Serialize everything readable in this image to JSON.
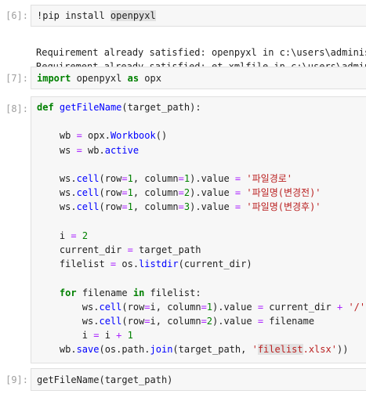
{
  "cells": {
    "c6": {
      "prompt": "[6]:",
      "code": "!pip install ",
      "pkg": "openpyxl",
      "output": [
        "Requirement already satisfied: openpyxl in c:\\users\\adminis",
        "Requirement already satisfied: et-xmlfile in c:\\users\\admin"
      ]
    },
    "c7": {
      "prompt": "[7]:",
      "kw_import": "import",
      "module": " openpyxl ",
      "kw_as": "as",
      "alias": " opx"
    },
    "c8": {
      "prompt": "[8]:",
      "def_kw": "def",
      "func_name": "getFileName",
      "def_rest": "(target_path):",
      "l1a": "    wb ",
      "l1op": "=",
      "l1b": " opx.",
      "l1fn": "Workbook",
      "l1c": "()",
      "l2a": "    ws ",
      "l2op": "=",
      "l2b": " wb.",
      "l2attr": "active",
      "l3_ws": "    ws.",
      "cell_fn": "cell",
      "l3_row": "(row",
      "l3_eq": "=",
      "one": "1",
      "col_kw": ", column",
      "two": "2",
      "three": "3",
      "dot_value": ").value ",
      "s1": "'파일경로'",
      "s2": "'파일명(변경전)'",
      "s3": "'파일명(변경후)'",
      "i_a": "    i ",
      "cd_a": "    current_dir ",
      "cd_b": " target_path",
      "fl_a": "    filelist ",
      "fl_b": " os.",
      "listdir": "listdir",
      "fl_c": "(current_dir)",
      "for_kw": "for",
      "for_mid": " filename ",
      "in_kw": "in",
      "for_end": " filelist:",
      "row_i": "(row",
      "i_var": "i",
      "f1_tail": " current_dir ",
      "plus": "+",
      "slash_str": "'/'",
      "f2_tail": " filename",
      "inc_a": "        i ",
      "inc_b": " i ",
      "save_a": "    wb.",
      "save_fn": "save",
      "save_b": "(os.path.",
      "join_fn": "join",
      "save_c": "(target_path, ",
      "fname_q1": "'",
      "fname_hl": "filelist",
      "fname_q2": ".xlsx'",
      "save_end": "))"
    },
    "c9": {
      "prompt": "[9]:",
      "code": "getFileName(target_path)"
    }
  }
}
